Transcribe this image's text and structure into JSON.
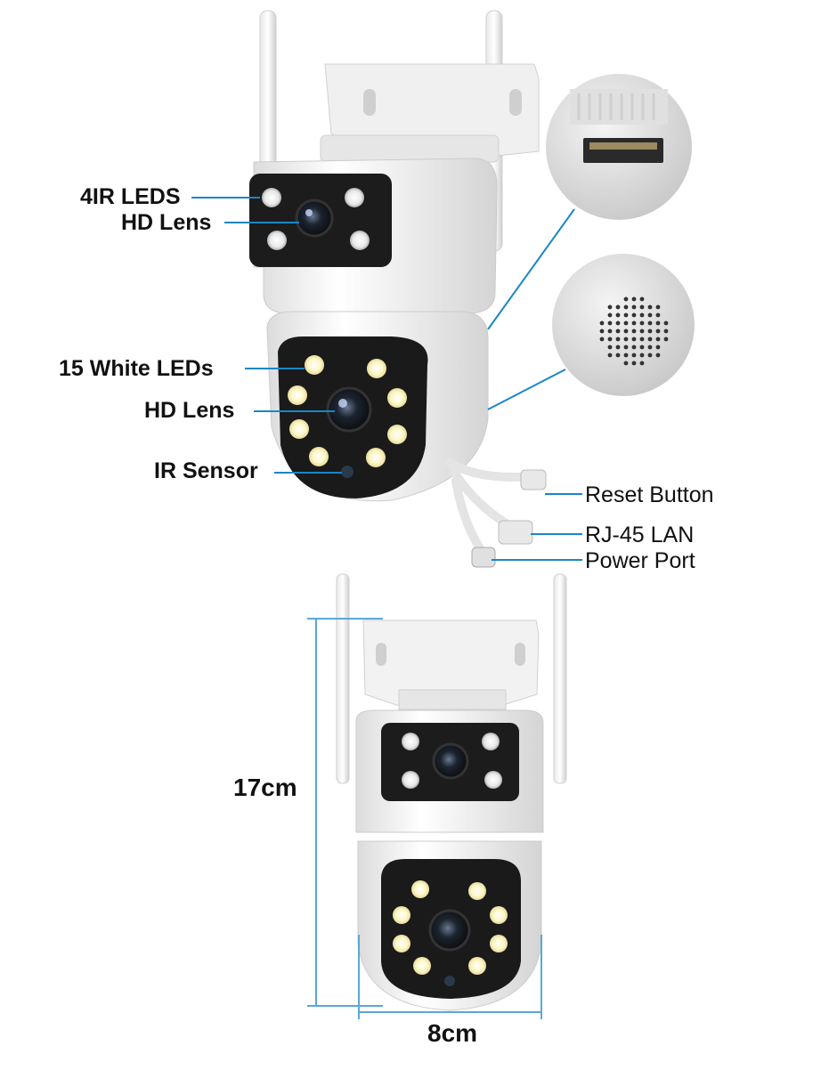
{
  "callouts": {
    "ir_leds": "4IR LEDS",
    "hd_lens_top": "HD Lens",
    "white_leds": "15 White LEDs",
    "hd_lens_bottom": "HD Lens",
    "ir_sensor": "IR Sensor",
    "reset_button": "Reset Button",
    "rj45_lan": "RJ-45 LAN",
    "power_port": "Power Port"
  },
  "dimensions": {
    "height": "17cm",
    "width": "8cm"
  },
  "colors": {
    "leader_line": "#1a86c8",
    "dimension_line": "#5aa8d8",
    "camera_body": "#f2f2f2",
    "lens_panel": "#1c1c1c",
    "led_glow": "#fff7c8"
  },
  "icons": {
    "network_port_closeup": "rj45-port-icon",
    "speaker_closeup": "speaker-grille-icon"
  }
}
